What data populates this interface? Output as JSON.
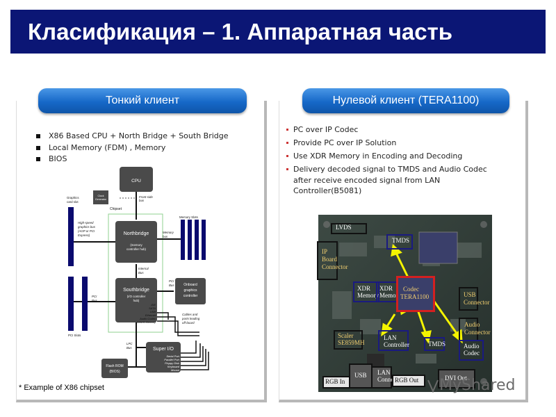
{
  "title": "Класификация – 1. Аппаратная часть",
  "left_panel": {
    "heading": "Тонкий клиент",
    "bullets": [
      "X86 Based CPU + North Bridge + South Bridge",
      "Local Memory (FDM) , Memory",
      "BIOS"
    ],
    "footnote": "* Example  of X86 chipset"
  },
  "right_panel": {
    "heading": "Нулевой клиент (TERA1100)",
    "bullets": [
      "PC over IP Codec",
      "Provide PC over IP Solution",
      "Use XDR Memory in Encoding and Decoding",
      "Delivery decoded signal to TMDS and Audio Codec after receive encoded signal from LAN Controller(B5081)"
    ]
  },
  "chipset_diagram": {
    "cpu": "CPU",
    "clock": [
      "Clock",
      "Generator"
    ],
    "front_side_bus": [
      "Front-side",
      "bus"
    ],
    "graphics_card_slot": [
      "Graphics",
      "card slot"
    ],
    "chipset": "Chipset",
    "memory_slots": "Memory Slots",
    "high_speed_bus": [
      "High-speed",
      "graphics bus",
      "(AGP or PCI",
      "Express)"
    ],
    "northbridge": "Northbridge",
    "northbridge_sub": [
      "(memory",
      "controller hub)"
    ],
    "memory_bus": [
      "Memory",
      "bus"
    ],
    "internal_bus": [
      "Internal",
      "Bus"
    ],
    "pci_bus_right": [
      "PCI",
      "Bus"
    ],
    "onboard_graphics": [
      "Onboard",
      "graphics",
      "controller"
    ],
    "southbridge": "Southbridge",
    "southbridge_sub": [
      "(I/O controller",
      "hub)"
    ],
    "pci_bus_left": [
      "PCI",
      "Bus"
    ],
    "south_ports": [
      "IDE",
      "SATA",
      "USB",
      "Ethernet",
      "Audio Codec",
      "CMOS Memory"
    ],
    "cables": [
      "Cables and",
      "ports leading",
      "off-board"
    ],
    "pci_slots": "PCI Slots",
    "lpc_bus": [
      "LPC",
      "Bus"
    ],
    "super_io": "Super I/O",
    "super_ports": [
      "Serial Port",
      "Parallel Port",
      "Floppy Disk",
      "Keyboard",
      "Mouse"
    ],
    "flash_rom": [
      "Flash ROM",
      "(BIOS)"
    ]
  },
  "board_labels": {
    "lvds": "LVDS",
    "ip_board": [
      "IP",
      "Board",
      "Connector"
    ],
    "tmds_top": "TMDS",
    "xdr1": [
      "XDR",
      "Memory"
    ],
    "xdr2": [
      "XDR",
      "Memory"
    ],
    "codec": [
      "Codec",
      "TERA1100"
    ],
    "usb_conn": [
      "USB",
      "Connector"
    ],
    "audio_conn": [
      "Audio",
      "Connector"
    ],
    "audio_codec": [
      "Audio",
      "Codec"
    ],
    "scaler": [
      "Scaler",
      "SE859MH"
    ],
    "lan_ctrl": [
      "LAN",
      "Controller"
    ],
    "tmds_bottom": "TMDS",
    "rgb_in": "RGB In",
    "usb": "USB",
    "lan_conn": [
      "LAN",
      "Connector"
    ],
    "rgb_out": "RGB Out",
    "dvi_out": "DVI Out"
  },
  "watermark": "MyShared",
  "colors": {
    "title_bar": "#0b1675",
    "pill": "#1668c8",
    "bus": "#0a0a6e",
    "block": "#4a4a4a",
    "arrow": "#f4f400",
    "codec_box": "#d42020"
  }
}
